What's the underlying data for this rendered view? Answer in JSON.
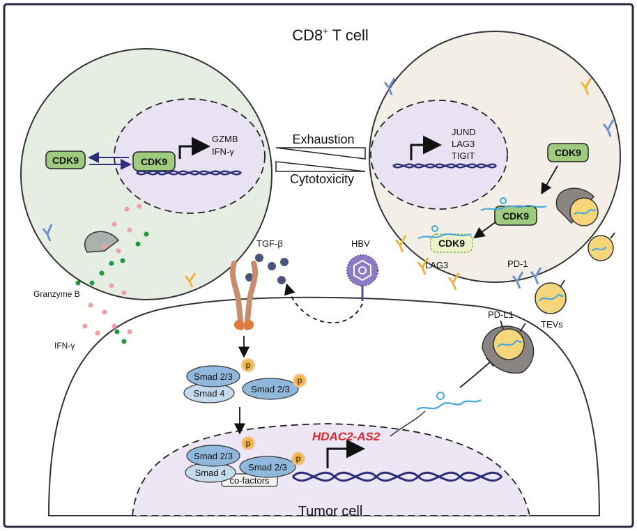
{
  "titles": {
    "top": "CD8",
    "top_sup": "+",
    "top_rest": " T cell",
    "bottom": "Tumor cell"
  },
  "left_cell": {
    "cdk9_outer": "CDK9",
    "cdk9_nucleus": "CDK9",
    "genes": [
      "GZMB",
      "IFN-γ"
    ]
  },
  "middle": {
    "exhaustion": "Exhaustion",
    "cytotoxicity": "Cytotoxicity"
  },
  "right_cell": {
    "genes": [
      "JUND",
      "LAG3",
      "TIGIT"
    ],
    "cdk9_a": "CDK9",
    "cdk9_b": "CDK9",
    "cdk9_c": "CDK9",
    "lag3": "LAG3",
    "pd1": "PD-1",
    "tevs": "TEVs"
  },
  "secreted": {
    "granzyme": "Granzyme B",
    "ifn": "IFN-γ"
  },
  "signaling": {
    "tgf": "TGF-β",
    "hbv": "HBV",
    "pdl1": "PD-L1",
    "smad23": "Smad 2/3",
    "smad4": "Smad 4",
    "p": "p",
    "cofactors": "co-factors",
    "lncrna": "HDAC2-AS2"
  },
  "colors": {
    "frame": "#2a2a3e",
    "tcell_left": "#e6ede2",
    "tcell_right": "#f3efe7",
    "nucleus": "#e8e2f2",
    "tumor_nucleus": "#ece6f5",
    "cdk9_green": "#9fcb7e",
    "smad_blue": "#8fb8dc",
    "smad4_blue": "#c4dbee",
    "p_orange": "#f0b33a",
    "dna": "#2e2f78",
    "lncrna_red": "#e0242b",
    "rna_cyan": "#3fa7dc",
    "tev_yellow": "#f5d67a",
    "ifn_pink": "#f0a0a0",
    "granzyme_green": "#1e9a3c"
  }
}
